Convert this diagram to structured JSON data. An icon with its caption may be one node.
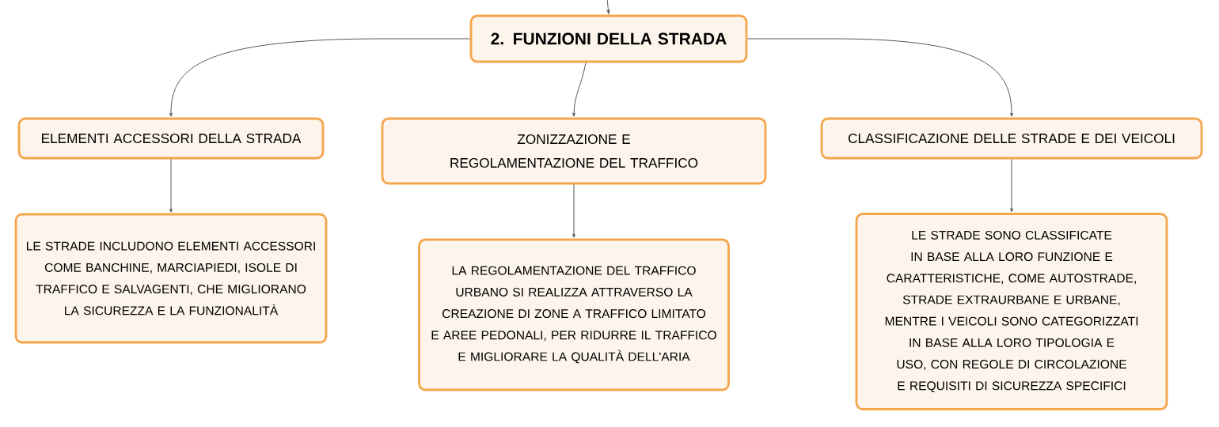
{
  "diagram": {
    "nodes": [
      {
        "text": [
          "2. FUNZIONI DELLA STRADA"
        ]
      },
      {
        "text": [
          "ELEMENTI ACCESSORI DELLA STRADA"
        ]
      },
      {
        "text": [
          "ZONIZZAZIONE E REGOLAMENTAZIONE DEL TRAFFICO"
        ]
      },
      {
        "text": [
          "CLASSIFICAZIONE DELLE STRADE E DEI VEICOLI"
        ]
      },
      {
        "text": [
          "LE STRADE INCLUDONO ELEMENTI ACCESSORI COME BANCHINE, MARCIAPIEDI, ISOLE DI TRAFFICO E SALVAGENTI, CHE MIGLIORANO LA SICUREZZA E LA FUNZIONALITÀ"
        ]
      },
      {
        "text": [
          "LA REGOLAMENTAZIONE DEL TRAFFICO URBANO SI REALIZZA ATTRAVERSO LA CREAZIONE DI ZONE A TRAFFICO LIMITATO E AREE PEDONALI, PER RIDURRE IL TRAFFICO E MIGLIORARE LA QUALITÀ DELL'ARIA"
        ]
      },
      {
        "text": [
          "LE STRADE SONO CLASSIFICATE IN BASE ALLA LORO FUNZIONE E CARATTERISTICHE, COME AUTOSTRADE, STRADE EXTRAURBANE E URBANE, MENTRE I VEICOLI SONO CATEGORIZZATI IN BASE ALLA LORO TIPOLOGIA E USO, CON REGOLE DI CIRCOLAZIONE E REQUISITI DI SICUREZZA SPECIFICI"
        ]
      }
    ],
    "edges": [
      {
        "from": null,
        "to": 0,
        "arrow": "to"
      },
      {
        "from": 0,
        "to": 1,
        "arrow": "to"
      },
      {
        "from": 0,
        "to": 2,
        "arrow": "to"
      },
      {
        "from": 0,
        "to": 3,
        "arrow": "to"
      },
      {
        "from": 1,
        "to": 4,
        "arrow": "to"
      },
      {
        "from": 2,
        "to": 5,
        "arrow": "to"
      },
      {
        "from": 3,
        "to": 6,
        "arrow": "to"
      }
    ]
  }
}
